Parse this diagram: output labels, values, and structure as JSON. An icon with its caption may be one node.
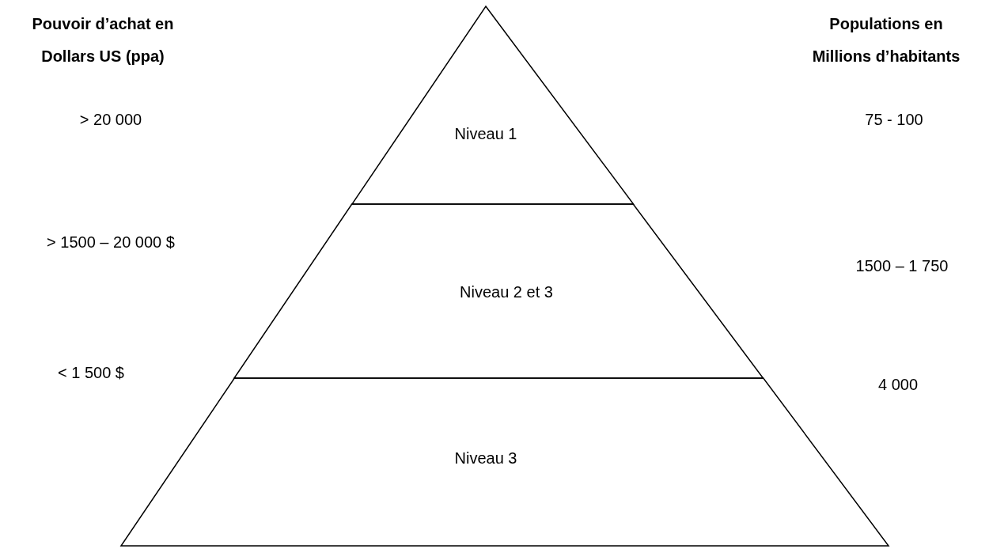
{
  "diagram": {
    "nodes": [
      {
        "text": [
          "Niveau 1"
        ]
      },
      {
        "text": [
          "Niveau 2 et 3"
        ]
      },
      {
        "text": [
          "Niveau 3"
        ]
      }
    ],
    "labels": [
      "Pouvoir d’achat en Dollars US (ppa)",
      "Populations en Millions d’habitants",
      "> 20 000",
      "75 - 100",
      "> 1500 – 20 000 $",
      "1500 – 1 750",
      "< 1 500 $",
      "4 000"
    ]
  }
}
